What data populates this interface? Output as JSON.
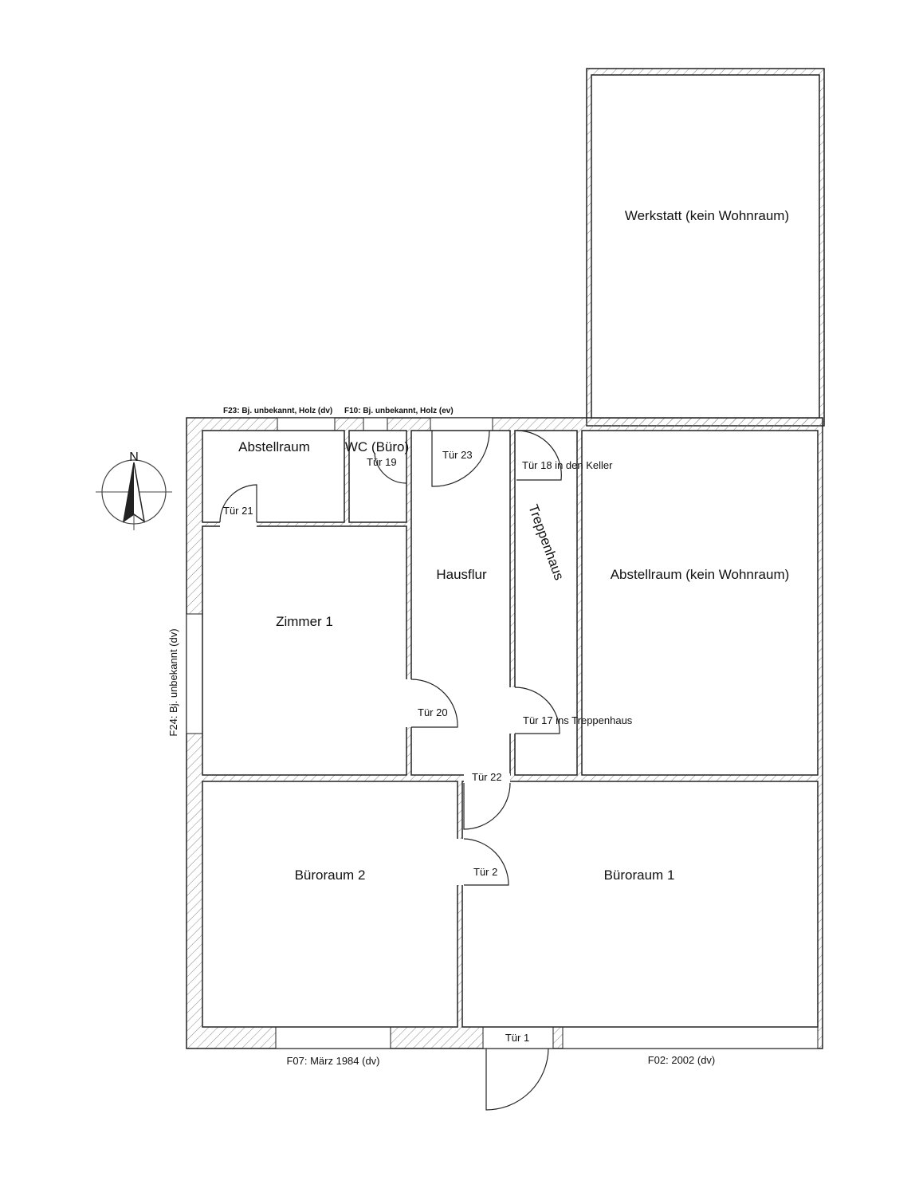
{
  "rooms": {
    "werkstatt": "Werkstatt (kein Wohnraum)",
    "abstellraum": "Abstellraum",
    "wc": "WC (Büro)",
    "zimmer1": "Zimmer 1",
    "hausflur": "Hausflur",
    "treppenhaus": "Treppenhaus",
    "abstellraum_kw": "Abstellraum (kein Wohnraum)",
    "bueroraum2": "Büroraum 2",
    "bueroraum1": "Büroraum 1"
  },
  "doors": {
    "t1": "Tür 1",
    "t2": "Tür 2",
    "t17": "Tür 17 ins Treppenhaus",
    "t18": "Tür 18 in den Keller",
    "t19": "Tür 19",
    "t20": "Tür 20",
    "t21": "Tür 21",
    "t22": "Tür 22",
    "t23": "Tür 23"
  },
  "windows": {
    "f23": "F23: Bj. unbekannt, Holz (dv)",
    "f10": "F10: Bj. unbekannt, Holz (ev)",
    "f24": "F24: Bj. unbekannt (dv)",
    "f07": "F07: März 1984 (dv)",
    "f02": "F02: 2002 (dv)"
  },
  "compass": {
    "label": "N"
  }
}
